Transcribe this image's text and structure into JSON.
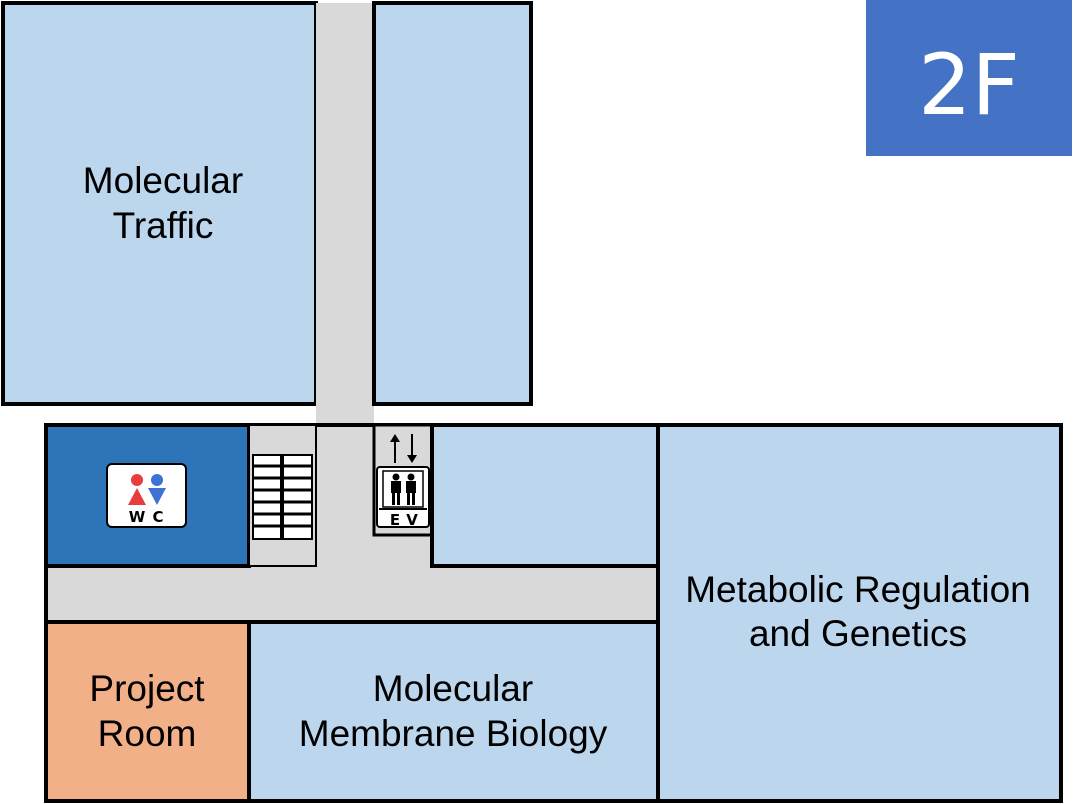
{
  "floor": {
    "label": "2F"
  },
  "rooms": {
    "molecular_traffic": {
      "line1": "Molecular",
      "line2": "Traffic"
    },
    "metabolic": {
      "line1": "Metabolic Regulation",
      "line2": "and Genetics"
    },
    "project_room": {
      "line1": "Project",
      "line2": "Room"
    },
    "membrane": {
      "line1": "Molecular",
      "line2": "Membrane Biology"
    }
  },
  "signs": {
    "wc": {
      "letter1": "W",
      "letter2": "C"
    },
    "ev": {
      "letter1": "E",
      "letter2": "V"
    }
  },
  "colors": {
    "room": "#bcd6ee",
    "corridor": "#d9d9d9",
    "restroom": "#2e74b8",
    "project_room": "#f2b088",
    "floor_badge": "#4472c4",
    "outline": "#000000",
    "wc_female": "#e83d3d",
    "wc_male": "#3d73d6"
  },
  "icons": [
    "restroom-icon",
    "elevator-icon",
    "stairs-icon",
    "elevator-arrows-icon"
  ]
}
